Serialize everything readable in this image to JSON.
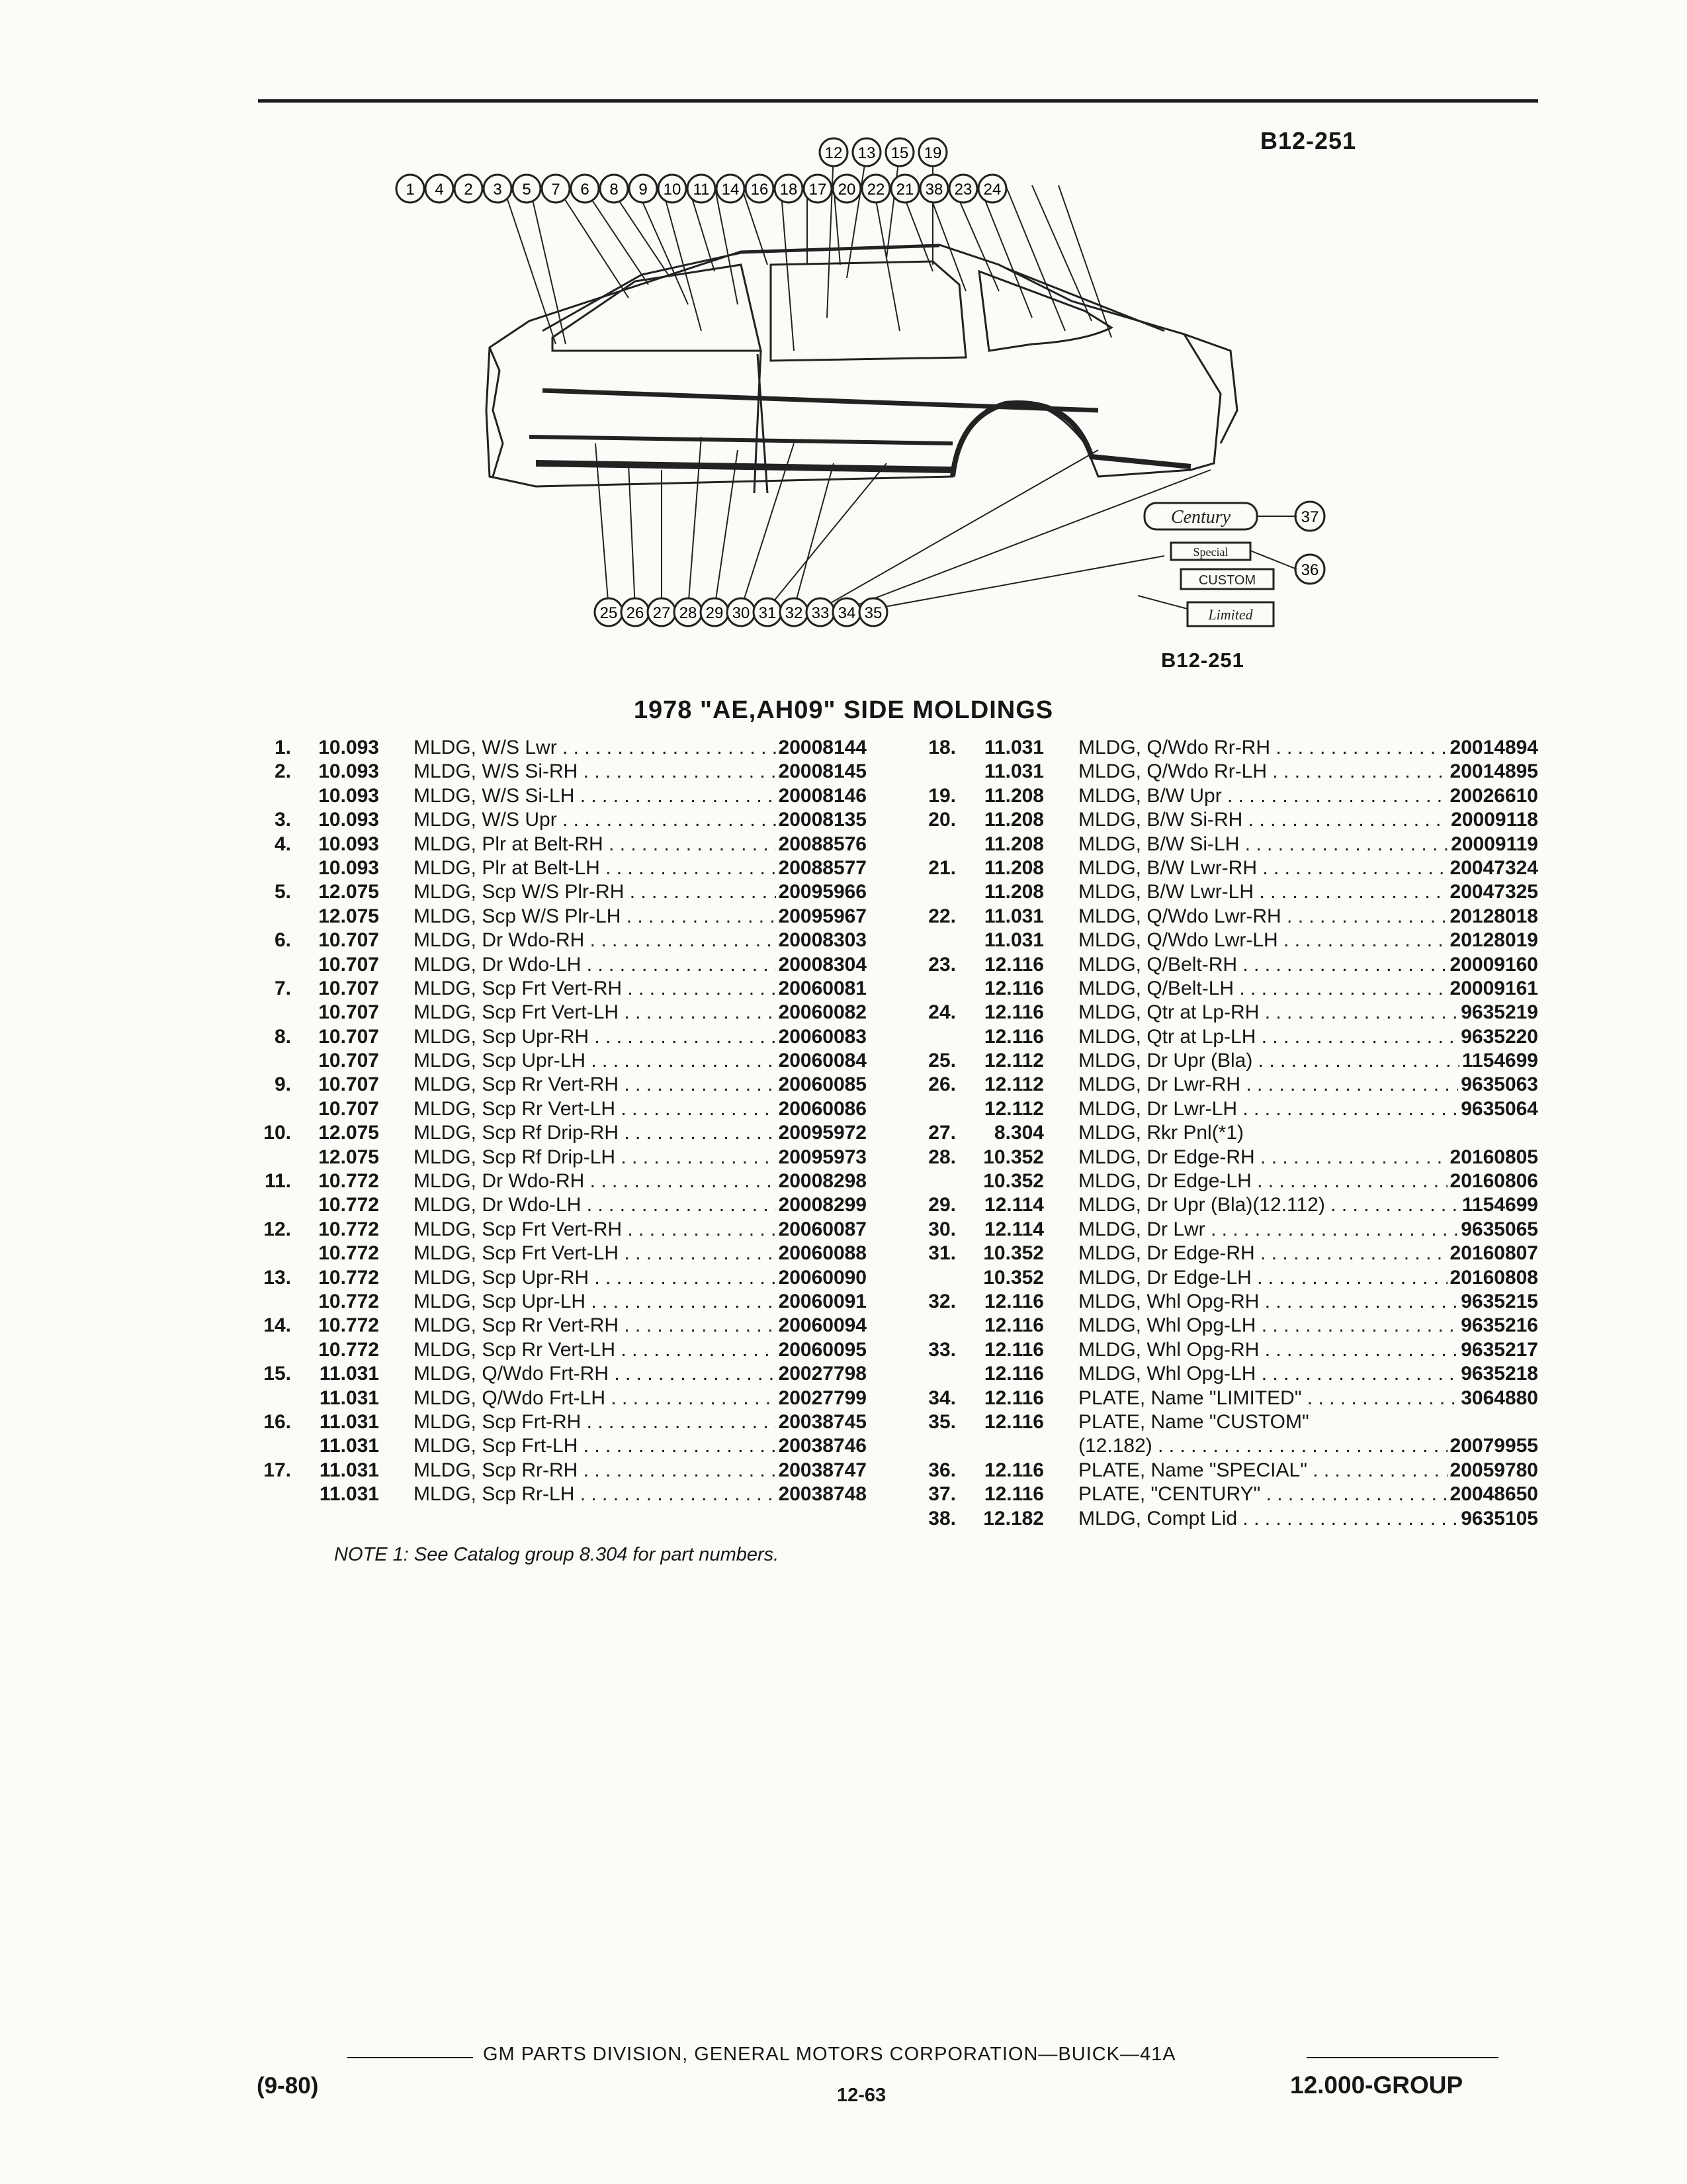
{
  "figure": {
    "code_top": "B12-251",
    "code_bottom": "B12-251",
    "callouts_top_row1": [
      "12",
      "13",
      "15",
      "19"
    ],
    "callouts_top_row2": [
      "1",
      "4",
      "2",
      "3",
      "5",
      "7",
      "6",
      "8",
      "9",
      "10",
      "11",
      "14",
      "16",
      "18",
      "17",
      "20",
      "22",
      "21",
      "38",
      "23",
      "24"
    ],
    "callouts_bottom": [
      "25",
      "26",
      "27",
      "28",
      "29",
      "30",
      "31",
      "32",
      "33",
      "34",
      "35"
    ],
    "callouts_right": [
      "37",
      "36"
    ],
    "plates": {
      "century": "Century",
      "special": "Special",
      "custom": "CUSTOM",
      "limited": "Limited"
    }
  },
  "title": "1978 \"AE,AH09\" SIDE MOLDINGS",
  "left_column": [
    {
      "num": "1.",
      "group": "10.093",
      "desc": "MLDG, W/S Lwr",
      "part": "20008144"
    },
    {
      "num": "2.",
      "group": "10.093",
      "desc": "MLDG, W/S Si-RH",
      "part": "20008145"
    },
    {
      "num": "",
      "group": "10.093",
      "desc": "MLDG, W/S Si-LH",
      "part": "20008146"
    },
    {
      "num": "3.",
      "group": "10.093",
      "desc": "MLDG, W/S Upr",
      "part": "20008135"
    },
    {
      "num": "4.",
      "group": "10.093",
      "desc": "MLDG, Plr at Belt-RH",
      "part": "20088576"
    },
    {
      "num": "",
      "group": "10.093",
      "desc": "MLDG, Plr at Belt-LH",
      "part": "20088577"
    },
    {
      "num": "5.",
      "group": "12.075",
      "desc": "MLDG, Scp W/S Plr-RH",
      "part": "20095966"
    },
    {
      "num": "",
      "group": "12.075",
      "desc": "MLDG, Scp W/S Plr-LH",
      "part": "20095967"
    },
    {
      "num": "6.",
      "group": "10.707",
      "desc": "MLDG, Dr Wdo-RH",
      "part": "20008303"
    },
    {
      "num": "",
      "group": "10.707",
      "desc": "MLDG, Dr Wdo-LH",
      "part": "20008304"
    },
    {
      "num": "7.",
      "group": "10.707",
      "desc": "MLDG, Scp Frt Vert-RH",
      "part": "20060081"
    },
    {
      "num": "",
      "group": "10.707",
      "desc": "MLDG, Scp Frt Vert-LH",
      "part": "20060082"
    },
    {
      "num": "8.",
      "group": "10.707",
      "desc": "MLDG, Scp Upr-RH",
      "part": "20060083"
    },
    {
      "num": "",
      "group": "10.707",
      "desc": "MLDG, Scp Upr-LH",
      "part": "20060084"
    },
    {
      "num": "9.",
      "group": "10.707",
      "desc": "MLDG, Scp Rr Vert-RH",
      "part": "20060085"
    },
    {
      "num": "",
      "group": "10.707",
      "desc": "MLDG, Scp Rr Vert-LH",
      "part": "20060086"
    },
    {
      "num": "10.",
      "group": "12.075",
      "desc": "MLDG, Scp Rf Drip-RH",
      "part": "20095972"
    },
    {
      "num": "",
      "group": "12.075",
      "desc": "MLDG, Scp Rf Drip-LH",
      "part": "20095973"
    },
    {
      "num": "11.",
      "group": "10.772",
      "desc": "MLDG, Dr Wdo-RH",
      "part": "20008298"
    },
    {
      "num": "",
      "group": "10.772",
      "desc": "MLDG, Dr Wdo-LH",
      "part": "20008299"
    },
    {
      "num": "12.",
      "group": "10.772",
      "desc": "MLDG, Scp Frt Vert-RH",
      "part": "20060087"
    },
    {
      "num": "",
      "group": "10.772",
      "desc": "MLDG, Scp Frt Vert-LH",
      "part": "20060088"
    },
    {
      "num": "13.",
      "group": "10.772",
      "desc": "MLDG, Scp Upr-RH",
      "part": "20060090"
    },
    {
      "num": "",
      "group": "10.772",
      "desc": "MLDG, Scp Upr-LH",
      "part": "20060091"
    },
    {
      "num": "14.",
      "group": "10.772",
      "desc": "MLDG, Scp Rr Vert-RH",
      "part": "20060094"
    },
    {
      "num": "",
      "group": "10.772",
      "desc": "MLDG, Scp Rr Vert-LH",
      "part": "20060095"
    },
    {
      "num": "15.",
      "group": "11.031",
      "desc": "MLDG, Q/Wdo Frt-RH",
      "part": "20027798"
    },
    {
      "num": "",
      "group": "11.031",
      "desc": "MLDG, Q/Wdo Frt-LH",
      "part": "20027799"
    },
    {
      "num": "16.",
      "group": "11.031",
      "desc": "MLDG, Scp Frt-RH",
      "part": "20038745"
    },
    {
      "num": "",
      "group": "11.031",
      "desc": "MLDG, Scp Frt-LH",
      "part": "20038746"
    },
    {
      "num": "17.",
      "group": "11.031",
      "desc": "MLDG, Scp Rr-RH",
      "part": "20038747"
    },
    {
      "num": "",
      "group": "11.031",
      "desc": "MLDG, Scp Rr-LH",
      "part": "20038748"
    }
  ],
  "right_column": [
    {
      "num": "18.",
      "group": "11.031",
      "desc": "MLDG, Q/Wdo Rr-RH",
      "part": "20014894"
    },
    {
      "num": "",
      "group": "11.031",
      "desc": "MLDG, Q/Wdo Rr-LH",
      "part": "20014895"
    },
    {
      "num": "19.",
      "group": "11.208",
      "desc": "MLDG, B/W Upr",
      "part": "20026610"
    },
    {
      "num": "20.",
      "group": "11.208",
      "desc": "MLDG, B/W Si-RH",
      "part": "20009118"
    },
    {
      "num": "",
      "group": "11.208",
      "desc": "MLDG, B/W Si-LH",
      "part": "20009119"
    },
    {
      "num": "21.",
      "group": "11.208",
      "desc": "MLDG, B/W Lwr-RH",
      "part": "20047324"
    },
    {
      "num": "",
      "group": "11.208",
      "desc": "MLDG, B/W Lwr-LH",
      "part": "20047325"
    },
    {
      "num": "22.",
      "group": "11.031",
      "desc": "MLDG, Q/Wdo Lwr-RH",
      "part": "20128018"
    },
    {
      "num": "",
      "group": "11.031",
      "desc": "MLDG, Q/Wdo Lwr-LH",
      "part": "20128019"
    },
    {
      "num": "23.",
      "group": "12.116",
      "desc": "MLDG, Q/Belt-RH",
      "part": "20009160"
    },
    {
      "num": "",
      "group": "12.116",
      "desc": "MLDG, Q/Belt-LH",
      "part": "20009161"
    },
    {
      "num": "24.",
      "group": "12.116",
      "desc": "MLDG, Qtr at Lp-RH",
      "part": "9635219"
    },
    {
      "num": "",
      "group": "12.116",
      "desc": "MLDG, Qtr at Lp-LH",
      "part": "9635220"
    },
    {
      "num": "25.",
      "group": "12.112",
      "desc": "MLDG, Dr Upr (Bla)",
      "part": "1154699"
    },
    {
      "num": "26.",
      "group": "12.112",
      "desc": "MLDG, Dr Lwr-RH",
      "part": "9635063"
    },
    {
      "num": "",
      "group": "12.112",
      "desc": "MLDG, Dr Lwr-LH",
      "part": "9635064"
    },
    {
      "num": "27.",
      "group": "8.304",
      "desc": "MLDG, Rkr Pnl(*1)",
      "part": ""
    },
    {
      "num": "28.",
      "group": "10.352",
      "desc": "MLDG, Dr Edge-RH",
      "part": "20160805"
    },
    {
      "num": "",
      "group": "10.352",
      "desc": "MLDG, Dr Edge-LH",
      "part": "20160806"
    },
    {
      "num": "29.",
      "group": "12.114",
      "desc": "MLDG, Dr Upr (Bla)(12.112) .",
      "part": "1154699"
    },
    {
      "num": "30.",
      "group": "12.114",
      "desc": "MLDG, Dr Lwr",
      "part": "9635065"
    },
    {
      "num": "31.",
      "group": "10.352",
      "desc": "MLDG, Dr Edge-RH",
      "part": "20160807"
    },
    {
      "num": "",
      "group": "10.352",
      "desc": "MLDG, Dr Edge-LH",
      "part": "20160808"
    },
    {
      "num": "32.",
      "group": "12.116",
      "desc": "MLDG, Whl Opg-RH",
      "part": "9635215"
    },
    {
      "num": "",
      "group": "12.116",
      "desc": "MLDG, Whl Opg-LH",
      "part": "9635216"
    },
    {
      "num": "33.",
      "group": "12.116",
      "desc": "MLDG, Whl Opg-RH",
      "part": "9635217"
    },
    {
      "num": "",
      "group": "12.116",
      "desc": "MLDG, Whl Opg-LH",
      "part": "9635218"
    },
    {
      "num": "34.",
      "group": "12.116",
      "desc": "PLATE, Name \"LIMITED\"",
      "part": "3064880"
    },
    {
      "num": "35.",
      "group": "12.116",
      "desc": "PLATE, Name \"CUSTOM\"",
      "part": ""
    },
    {
      "num": "",
      "group": "",
      "desc": "(12.182)",
      "part": "20079955"
    },
    {
      "num": "36.",
      "group": "12.116",
      "desc": "PLATE, Name \"SPECIAL\"",
      "part": "20059780"
    },
    {
      "num": "37.",
      "group": "12.116",
      "desc": "PLATE, \"CENTURY\"",
      "part": "20048650"
    },
    {
      "num": "38.",
      "group": "12.182",
      "desc": "MLDG, Compt Lid",
      "part": "9635105"
    }
  ],
  "note": "NOTE 1: See Catalog group 8.304 for part numbers.",
  "footer": {
    "division": "GM PARTS DIVISION, GENERAL MOTORS CORPORATION—BUICK—41A",
    "date": "(9-80)",
    "page": "12-63",
    "group": "12.000-GROUP"
  }
}
